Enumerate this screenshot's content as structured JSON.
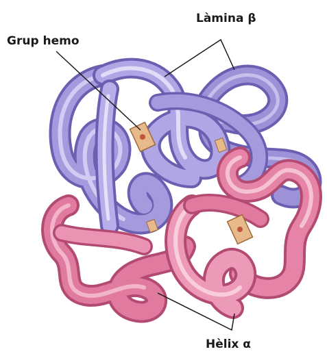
{
  "labels": {
    "heme_group": "Grup hemo",
    "beta_sheet": "Làmina β",
    "alpha_helix": "Hèlix α"
  },
  "colors": {
    "background": "#ffffff",
    "purple_chain": "#9d92d8",
    "purple_highlight": "#d9d3f4",
    "purple_shadow": "#6a5fb0",
    "pink_chain": "#e07a9e",
    "pink_highlight": "#f6c3d4",
    "pink_shadow": "#b34a72",
    "heme": "#e8b98a",
    "leader_line": "#1a1a1a"
  },
  "icons": {
    "molecule": "hemoglobin-ribbon-illustration",
    "heme_plate": "heme-group-plate"
  }
}
